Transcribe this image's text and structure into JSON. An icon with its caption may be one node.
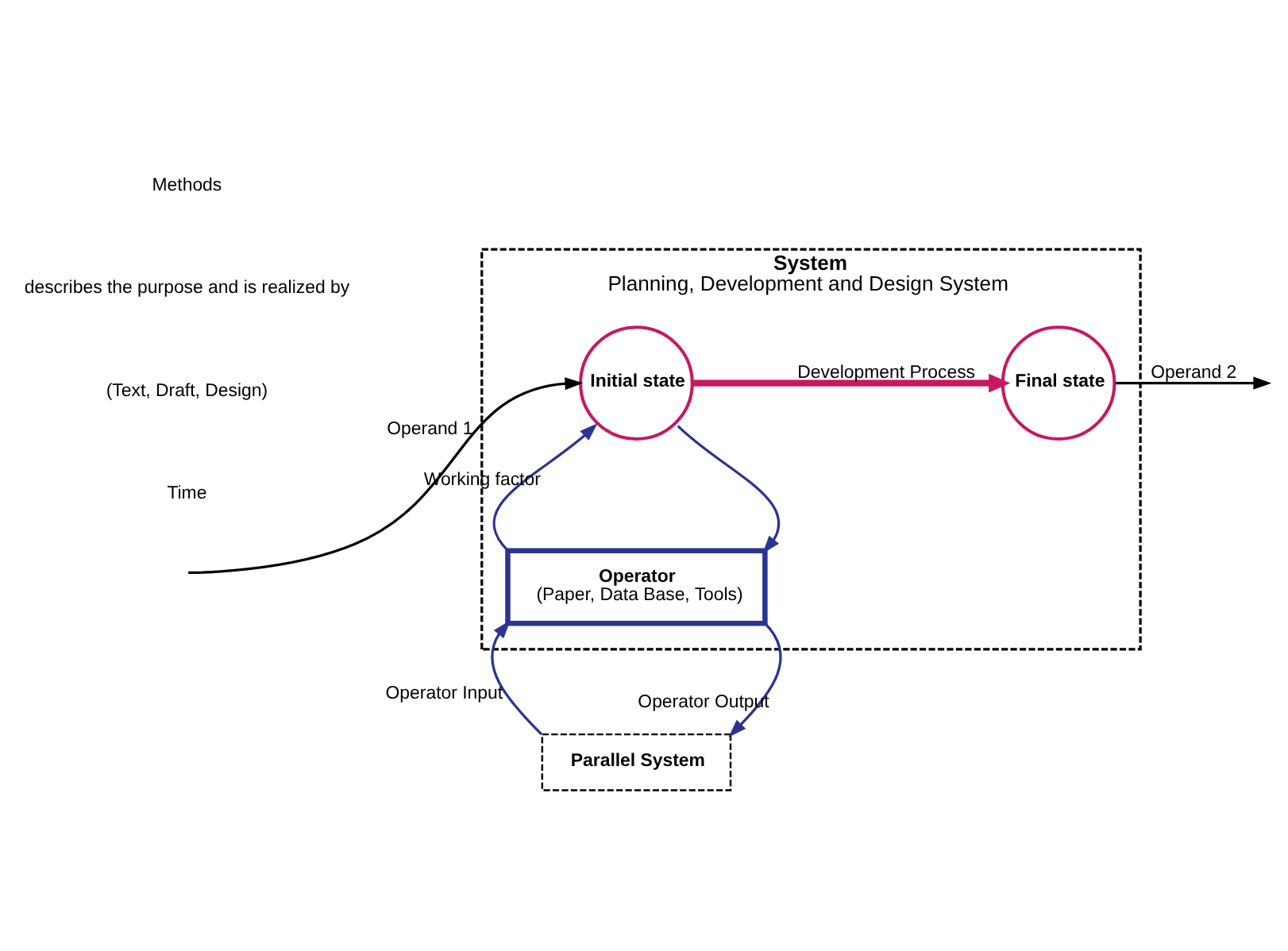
{
  "diagram": {
    "nodes": [
      {
        "text": [
          "System",
          "Planning, Development and Design System"
        ]
      },
      {
        "text": [
          "Initial state"
        ],
        "in": 0
      },
      {
        "text": [
          "Final state"
        ],
        "in": 0
      },
      {
        "text": [
          "Operator",
          "(Paper, Data Base, Tools)"
        ],
        "in": 0
      },
      {
        "text": [
          "Parallel System"
        ]
      }
    ],
    "edges": [
      {
        "from": null,
        "to": 1,
        "arrow": "to",
        "label": "Operand 1",
        "color": "#000000"
      },
      {
        "from": 1,
        "to": 2,
        "arrow": "to",
        "label": "Development Process",
        "style": "thick",
        "color": "#c8185f"
      },
      {
        "from": 2,
        "to": null,
        "arrow": "to",
        "label": "Operand 2",
        "color": "#000000"
      },
      {
        "from": 3,
        "to": 1,
        "arrow": "to",
        "label": "Working factor",
        "color": "#2b3590"
      },
      {
        "from": 1,
        "to": 3,
        "arrow": "to",
        "color": "#2b3590"
      },
      {
        "from": 4,
        "to": 3,
        "arrow": "to",
        "label": "Operator Input",
        "color": "#2b3590"
      },
      {
        "from": 3,
        "to": 4,
        "arrow": "to",
        "label": "Operator Output",
        "color": "#2b3590"
      }
    ],
    "labels": [
      "Time",
      "(Text, Draft, Design)",
      "describes the purpose and is realized by",
      "Methods"
    ]
  }
}
